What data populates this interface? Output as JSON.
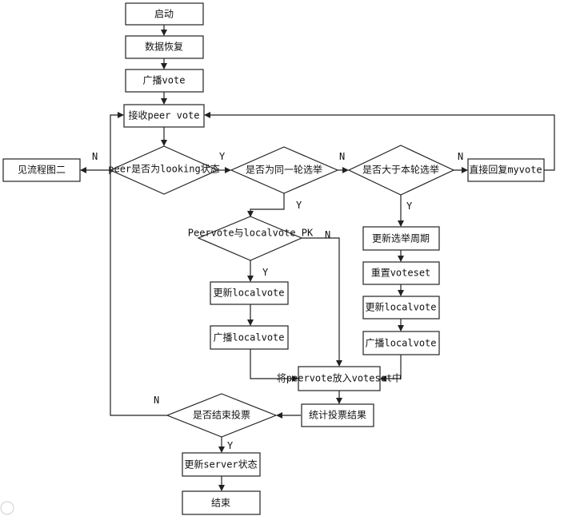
{
  "nodes": {
    "start": "启动",
    "recover": "数据恢复",
    "broadcast_vote": "广播vote",
    "receive": "接收peer vote",
    "is_looking": "peer是否为looking状态",
    "see_flow2": "见流程图二",
    "same_round": "是否为同一轮选举",
    "greater_round": "是否大于本轮选举",
    "reply_myvote": "直接回复myvote",
    "update_cycle": "更新选举周期",
    "reset_voteset": "重置voteset",
    "update_local_right": "更新localvote",
    "broadcast_local_right": "广播localvote",
    "pk": "Peervote与localvote PK",
    "update_local_left": "更新localvote",
    "broadcast_local_left": "广播localvote",
    "put_voteset": "将peervote放入voteset中",
    "count_votes": "统计投票结果",
    "is_end": "是否结束投票",
    "update_server": "更新server状态",
    "end": "结束"
  },
  "edge_labels": {
    "yes": "Y",
    "no": "N"
  }
}
